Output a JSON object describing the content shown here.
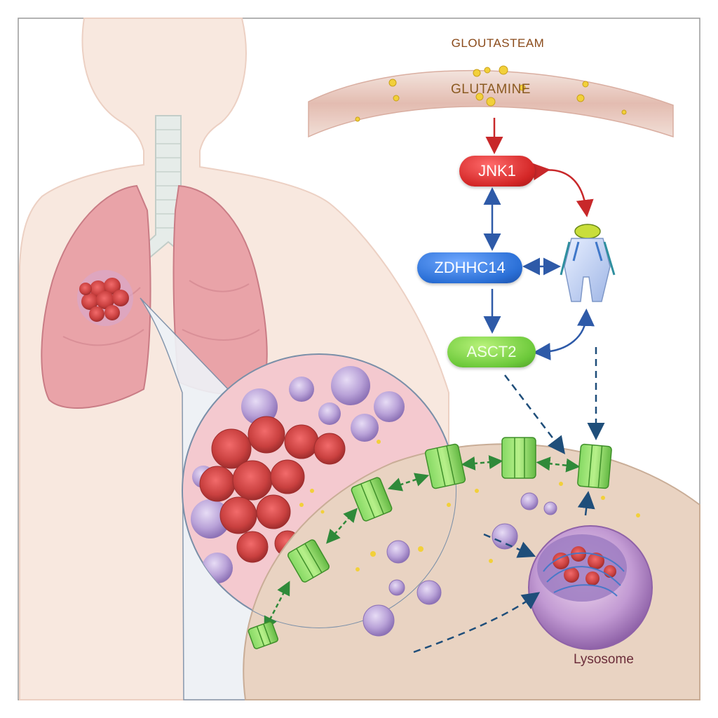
{
  "labels": {
    "bloodstream": "GLOUTASTEAM",
    "glutamine": "GLUTAMINE",
    "lysosome": "Lysosome"
  },
  "nodes": {
    "jnk1": "JNK1",
    "zdhhc14": "ZDHHC14",
    "asct2": "ASCT2"
  },
  "colors": {
    "jnk1": "#d32626",
    "zdhhc14": "#2a6fd6",
    "asct2": "#6cc93a",
    "activation_arrow": "#c8282a",
    "regulation_arrow": "#2e5aa8",
    "transport_arrow": "#1f4e7a",
    "membrane_transport": "#2f8a3a",
    "lung": "#e9a3a8",
    "tumor": "#c9403f",
    "cytoplasm": "#e9d3c2",
    "vesicle": "#b9a2d8"
  },
  "icons": [
    "transporter-protein-icon",
    "asct2-transporter-icon",
    "lysosome-icon",
    "tumor-icon",
    "lung-icon",
    "blood-vessel-icon"
  ]
}
